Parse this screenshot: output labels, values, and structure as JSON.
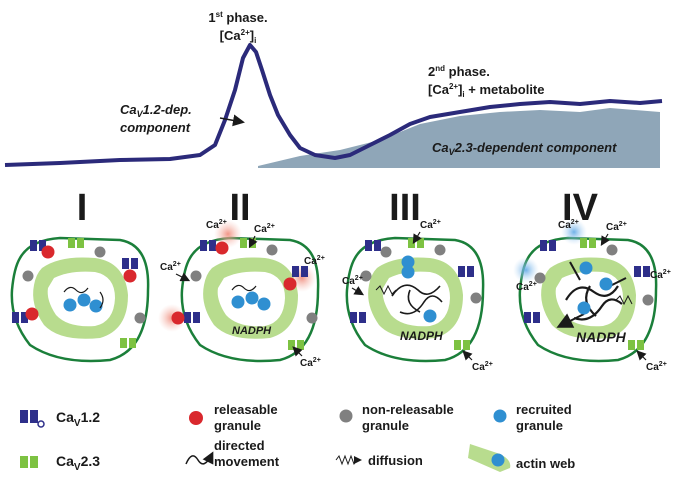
{
  "trace": {
    "phase1_label": "1st phase.",
    "phase1_sup": "st",
    "phase1_conc": "[Ca2+]i",
    "phase2_label": "2nd phase.",
    "phase2_conc": "[Ca2+]i + metabolite",
    "cav12_component_line1": "Cav1.2-dep.",
    "cav12_component_line2": "component",
    "cav23_component": "Cav2.3-dependent component",
    "colors": {
      "trace": "#2b2a7a",
      "area": "#8fa6b8"
    }
  },
  "panels": [
    {
      "numeral": "I"
    },
    {
      "numeral": "II",
      "inner_label": "NADPH"
    },
    {
      "numeral": "III",
      "inner_label": "NADPH"
    },
    {
      "numeral": "IV",
      "inner_label": "NADPH"
    }
  ],
  "ion_label": "Ca2+",
  "legend": {
    "cav12": "Cav1.2",
    "cav23": "Cav2.3",
    "releasable": [
      "releasable",
      "granule"
    ],
    "nonreleasable": [
      "non-releasable",
      "granule"
    ],
    "recruited": [
      "recruited",
      "granule"
    ],
    "directed": [
      "directed",
      "movement"
    ],
    "diffusion": "diffusion",
    "actin": "actin web",
    "colors": {
      "cav12": "#2e2f8a",
      "cav23": "#7dc242",
      "releasable": "#d9282d",
      "nonreleasable": "#808080",
      "recruited": "#2f8fd1",
      "actin": "#b8dc8e",
      "membrane": "#1b7f3a"
    }
  }
}
